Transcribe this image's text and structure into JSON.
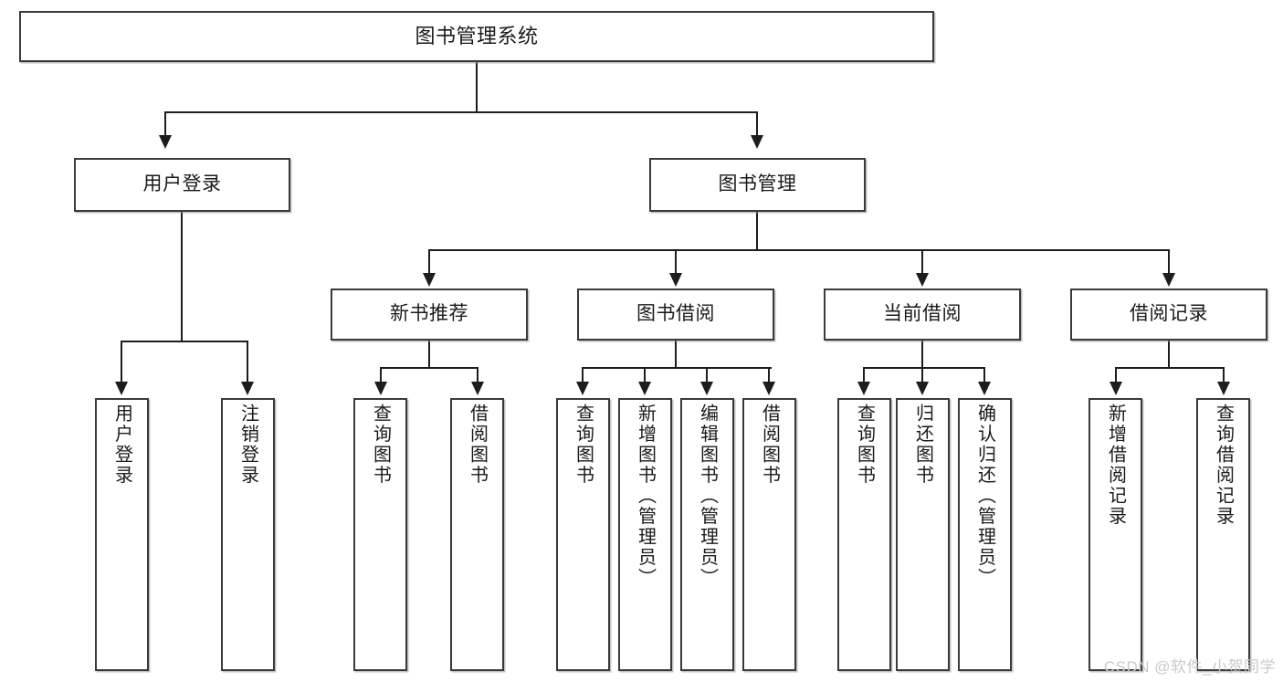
{
  "diagram": {
    "title": "图书管理系统",
    "type": "hierarchy-tree",
    "watermark": "CSDN @软件_小贺同学"
  },
  "nodes": {
    "root": {
      "label": "图书管理系统"
    },
    "level2": [
      {
        "label": "用户登录"
      },
      {
        "label": "图书管理"
      }
    ],
    "level3": [
      {
        "label": "新书推荐"
      },
      {
        "label": "图书借阅"
      },
      {
        "label": "当前借阅"
      },
      {
        "label": "借阅记录"
      }
    ],
    "leaves_user_login": [
      {
        "label": "用户登录"
      },
      {
        "label": "注销登录"
      }
    ],
    "leaves_new_book": [
      {
        "label": "查询图书"
      },
      {
        "label": "借阅图书"
      }
    ],
    "leaves_book_borrow": [
      {
        "label": "查询图书"
      },
      {
        "label": "新增图书（管理员）"
      },
      {
        "label": "编辑图书（管理员）"
      },
      {
        "label": "借阅图书"
      }
    ],
    "leaves_current_borrow": [
      {
        "label": "查询图书"
      },
      {
        "label": "归还图书"
      },
      {
        "label": "确认归还（管理员）"
      }
    ],
    "leaves_borrow_record": [
      {
        "label": "新增借阅记录"
      },
      {
        "label": "查询借阅记录"
      }
    ]
  },
  "colors": {
    "box_border": "#3a3a3a",
    "line": "#1d1d1d",
    "background": "#ffffff",
    "text": "#1a1a1a",
    "watermark": "#c9c9c9"
  }
}
